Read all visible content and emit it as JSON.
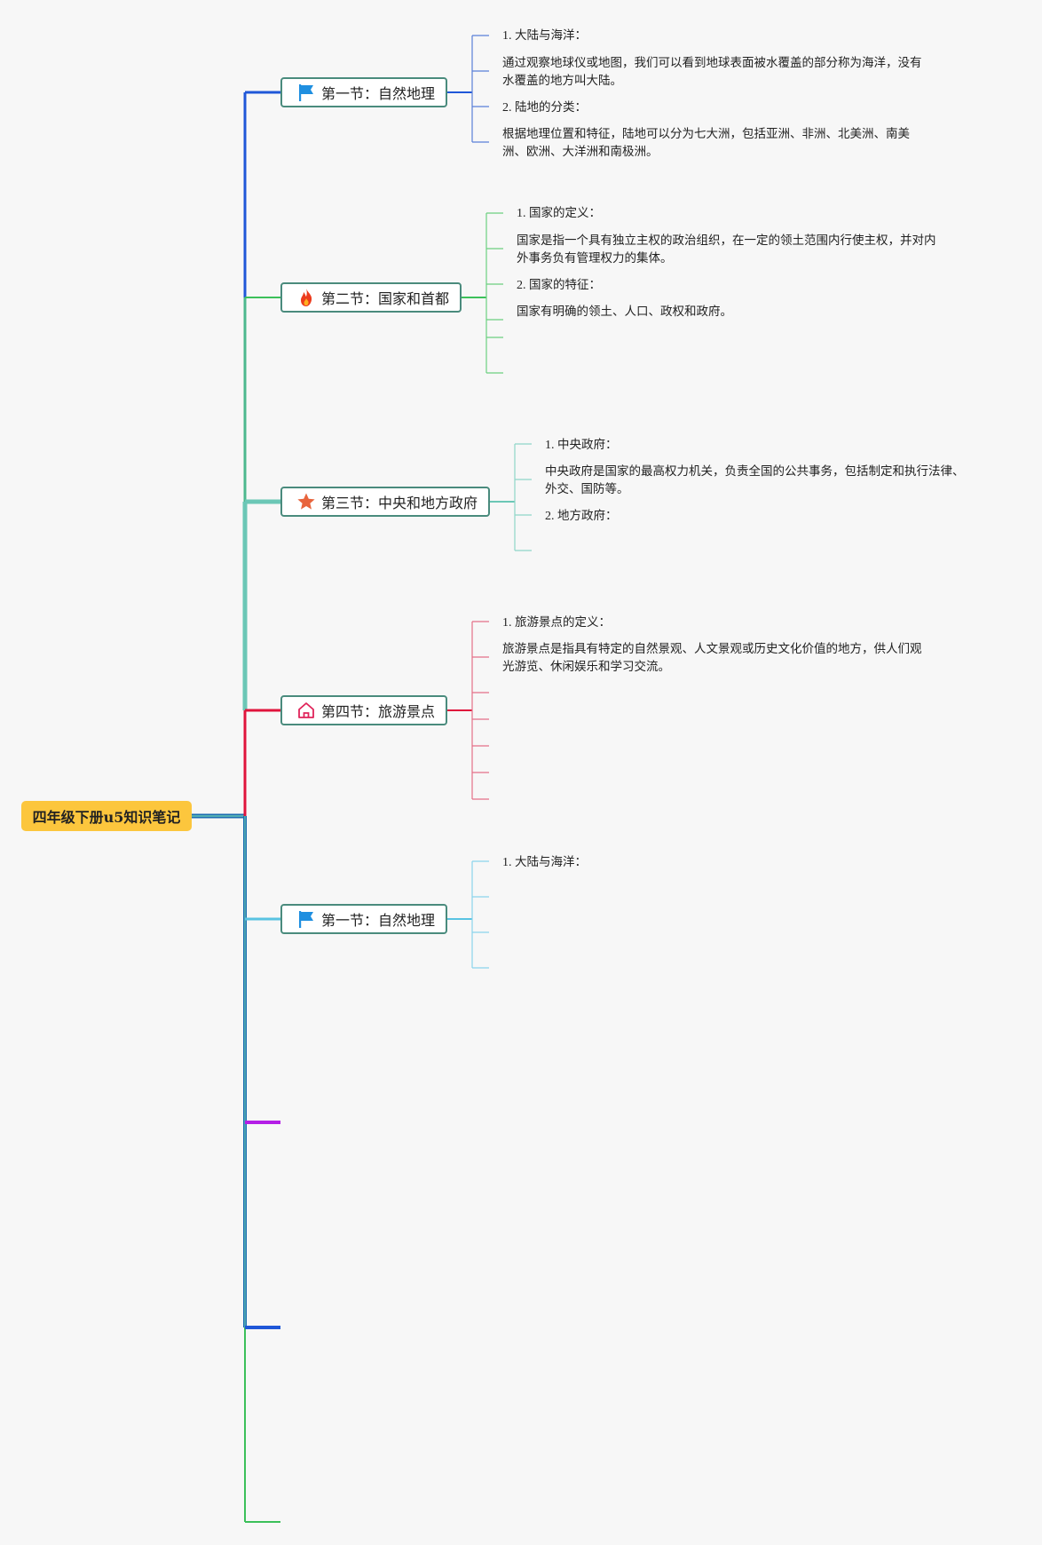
{
  "root": {
    "label": "四年级下册u5知识笔记"
  },
  "colors": {
    "root": "#fcc63d",
    "branch1": "#1f57d8",
    "branch2": "#3cc05a",
    "branch3": "#6bc7b6",
    "branch4": "#e0143c",
    "branch5": "#59c3e2",
    "branch6": "#b41ee6",
    "branch7": "#1f57d8",
    "branch8": "#3cc05a"
  },
  "sections": [
    {
      "label": "第一节：自然地理",
      "icon": "flag-icon",
      "notes": [
        {
          "num": "1.",
          "text": "大陆与海洋："
        },
        {
          "text": "通过观察地球仪或地图，我们可以看到地球表面被水覆盖的部分称为海洋，没有",
          "text2": "水覆盖的地方叫大陆。"
        },
        {
          "num": "2.",
          "text": "陆地的分类："
        },
        {
          "text": "根据地理位置和特征，陆地可以分为七大洲，包括亚洲、非洲、北美洲、南美",
          "text2": "洲、欧洲、大洋洲和南极洲。"
        }
      ]
    },
    {
      "label": "第二节：国家和首都",
      "icon": "fire-icon",
      "notes": [
        {
          "num": "1.",
          "text": "国家的定义："
        },
        {
          "text": "国家是指一个具有独立主权的政治组织，在一定的领土范围内行使主权，并对内",
          "text2": "外事务负有管理权力的集体。"
        },
        {
          "num": "2.",
          "text": "国家的特征："
        },
        {
          "text": "国家有明确的领土、人口、政权和政府。"
        }
      ]
    },
    {
      "label": "第三节：中央和地方政府",
      "icon": "star-icon",
      "notes": [
        {
          "num": "1.",
          "text": "中央政府："
        },
        {
          "text": "中央政府是国家的最高权力机关，负责全国的公共事务，包括制定和执行法律、",
          "text2": "外交、国防等。"
        },
        {
          "num": "2.",
          "text": "地方政府："
        }
      ]
    },
    {
      "label": "第四节：旅游景点",
      "icon": "home-icon",
      "notes": [
        {
          "num": "1.",
          "text": "旅游景点的定义："
        },
        {
          "text": "旅游景点是指具有特定的自然景观、人文景观或历史文化价值的地方，供人们观",
          "text2": "光游览、休闲娱乐和学习交流。"
        }
      ]
    },
    {
      "label": "第一节：自然地理",
      "icon": "flag-icon",
      "notes": [
        {
          "num": "1.",
          "text": "大陆与海洋："
        }
      ]
    }
  ]
}
